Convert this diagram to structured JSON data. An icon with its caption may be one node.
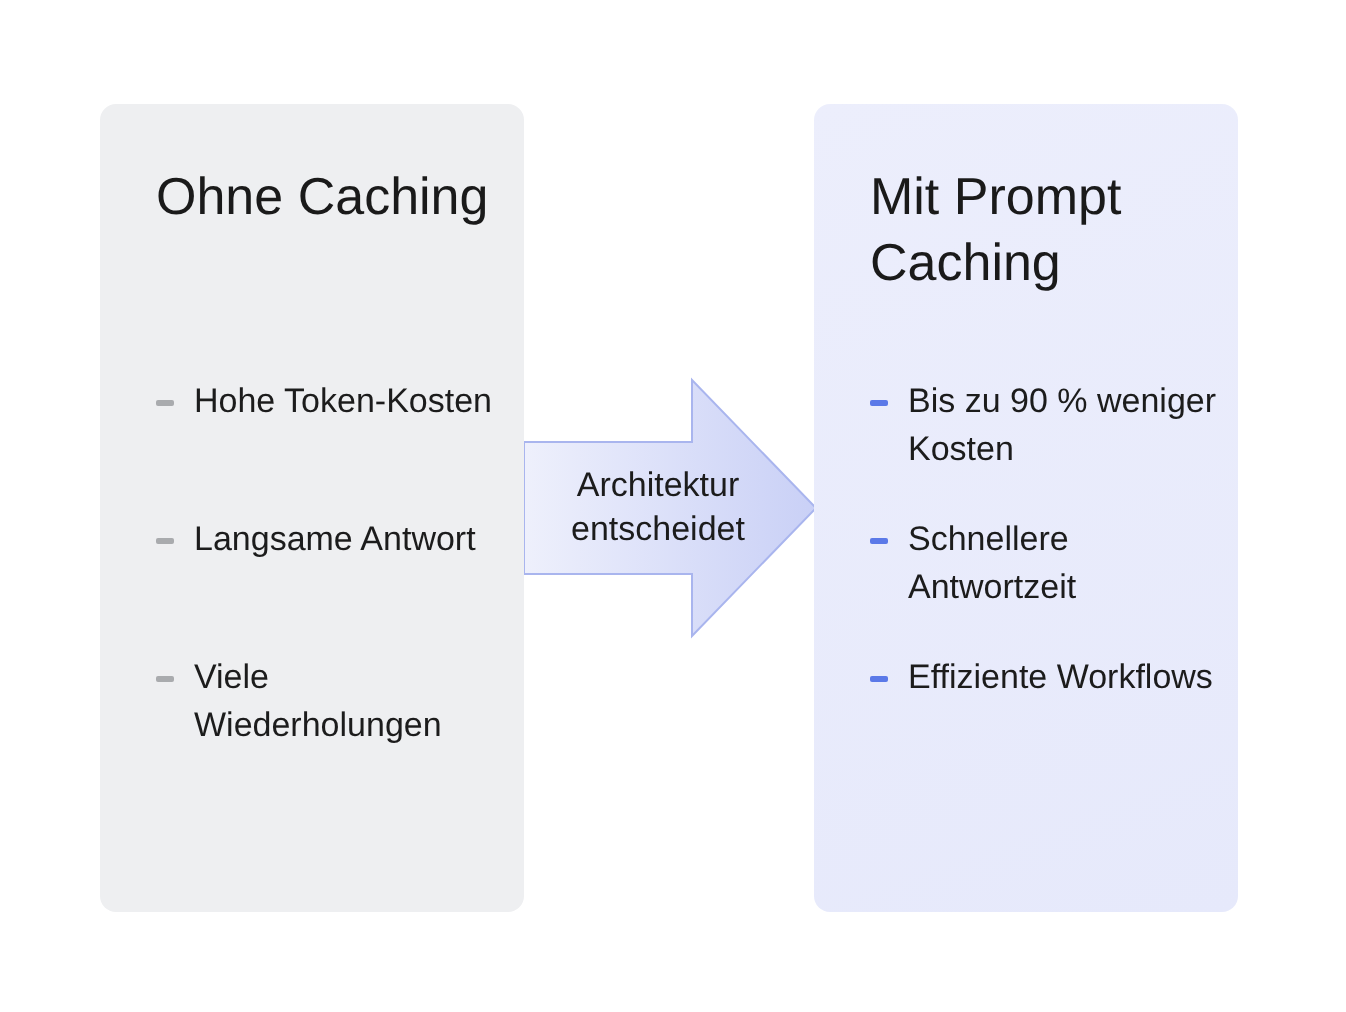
{
  "diagram": {
    "nodes": [
      {
        "text": [
          "Ohne Caching",
          "Hohe Token-Kosten",
          "Langsame Antwort",
          "Viele Wiederholungen"
        ]
      },
      {
        "text": [
          "Mit Prompt Caching",
          "Bis zu 90 % weniger Kosten",
          "Schnellere Antwortzeit",
          "Effiziente Workflows"
        ]
      }
    ],
    "edges": [
      {
        "from": 0,
        "to": 1,
        "arrow": "to",
        "label": "Architektur entscheidet"
      }
    ]
  }
}
